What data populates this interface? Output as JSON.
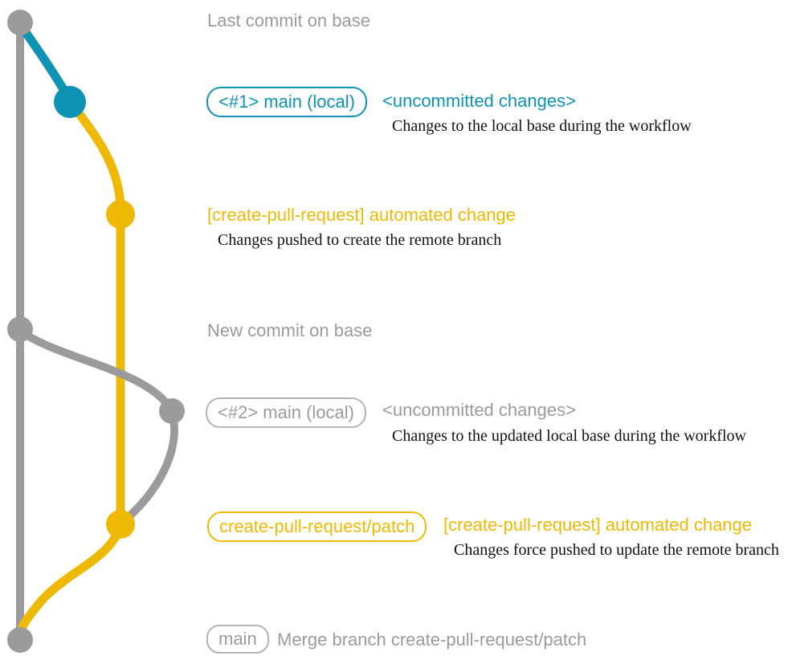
{
  "colors": {
    "gray": "#9b9b9b",
    "gray_border": "#b4b4b4",
    "blue": "#0e93b5",
    "yellow": "#eeb902",
    "description_text": "#111111"
  },
  "annotations": {
    "last_commit_label": "Last commit on base",
    "row1": {
      "badge": "<#1> main (local)",
      "title": "<uncommitted changes>",
      "description": "Changes to the local base during the workflow"
    },
    "row2": {
      "title": "[create-pull-request] automated change",
      "description": "Changes pushed to create the remote branch"
    },
    "new_commit_label": "New commit on base",
    "row3": {
      "badge": "<#2> main (local)",
      "title": "<uncommitted changes>",
      "description": "Changes to the updated local base during the workflow"
    },
    "row4": {
      "badge": "create-pull-request/patch",
      "title": "[create-pull-request] automated change",
      "description": "Changes force pushed to update the remote branch"
    },
    "merge_row": {
      "badge": "main",
      "label": "Merge branch create-pull-request/patch"
    }
  }
}
